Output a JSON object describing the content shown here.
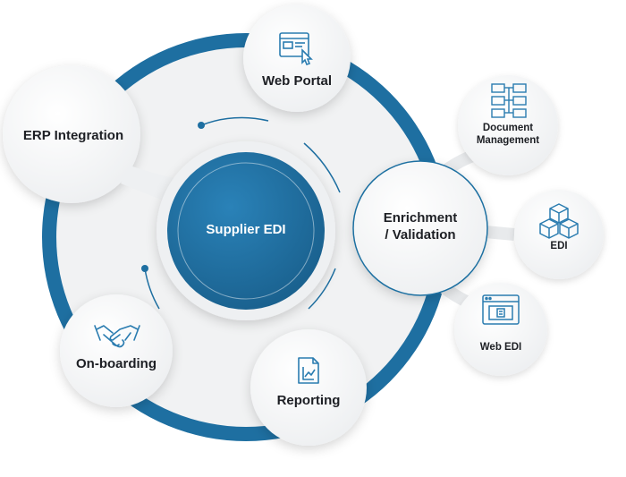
{
  "diagram": {
    "center": {
      "label": "Supplier EDI"
    },
    "nodes": {
      "web_portal": {
        "label": "Web Portal",
        "icon": "browser-cursor-icon"
      },
      "erp_integration": {
        "label": "ERP Integration"
      },
      "enrichment": {
        "label_line1": "Enrichment",
        "label_line2": "/ Validation"
      },
      "onboarding": {
        "label": "On-boarding",
        "icon": "handshake-icon"
      },
      "reporting": {
        "label": "Reporting",
        "icon": "report-chart-icon"
      }
    },
    "satellites": {
      "document_management": {
        "label_line1": "Document",
        "label_line2": "Management",
        "icon": "document-tree-icon"
      },
      "edi": {
        "label": "EDI",
        "icon": "cubes-icon"
      },
      "web_edi": {
        "label": "Web EDI",
        "icon": "browser-window-icon"
      }
    },
    "colors": {
      "primary_blue": "#1e6fa1",
      "center_blue": "#1f6c9d",
      "bubble_fill": "#f4f5f6",
      "text": "#1d1f24",
      "icon": "#2a7cb0"
    }
  }
}
